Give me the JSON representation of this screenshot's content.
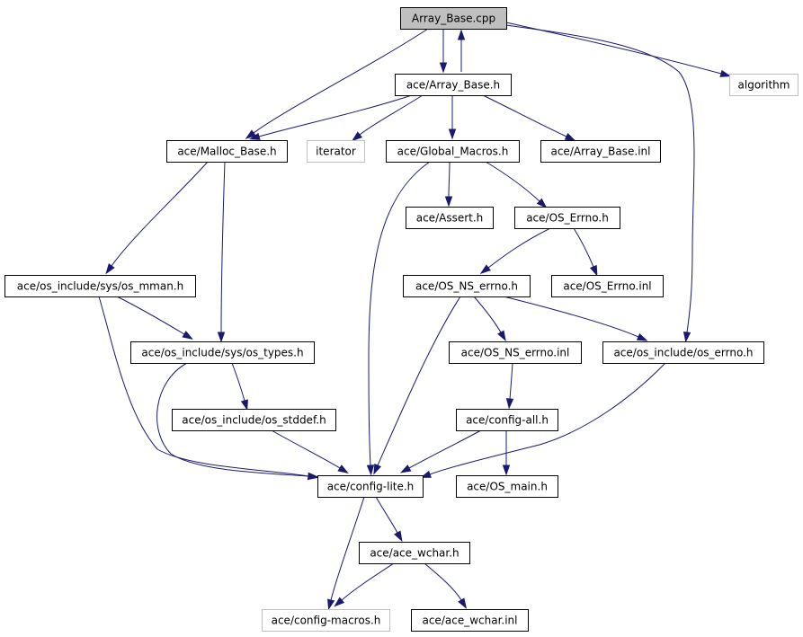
{
  "colors": {
    "edge": "#191970",
    "node_border": "#000000",
    "node_fill": "#ffffff",
    "root_fill": "#bfbfbf",
    "external_border": "#bfbfbf"
  },
  "nodes": [
    {
      "id": "array_base_cpp",
      "label": "Array_Base.cpp",
      "kind": "root"
    },
    {
      "id": "algorithm",
      "label": "algorithm",
      "kind": "external"
    },
    {
      "id": "ace_array_base_h",
      "label": "ace/Array_Base.h",
      "kind": "normal"
    },
    {
      "id": "ace_malloc_base_h",
      "label": "ace/Malloc_Base.h",
      "kind": "normal"
    },
    {
      "id": "iterator",
      "label": "iterator",
      "kind": "external"
    },
    {
      "id": "ace_global_macros_h",
      "label": "ace/Global_Macros.h",
      "kind": "normal"
    },
    {
      "id": "ace_array_base_inl",
      "label": "ace/Array_Base.inl",
      "kind": "normal"
    },
    {
      "id": "ace_assert_h",
      "label": "ace/Assert.h",
      "kind": "normal"
    },
    {
      "id": "ace_os_errno_h",
      "label": "ace/OS_Errno.h",
      "kind": "normal"
    },
    {
      "id": "ace_os_include_sys_os_mman_h",
      "label": "ace/os_include/sys/os_mman.h",
      "kind": "normal"
    },
    {
      "id": "ace_os_ns_errno_h",
      "label": "ace/OS_NS_errno.h",
      "kind": "normal"
    },
    {
      "id": "ace_os_errno_inl",
      "label": "ace/OS_Errno.inl",
      "kind": "normal"
    },
    {
      "id": "ace_os_include_sys_os_types_h",
      "label": "ace/os_include/sys/os_types.h",
      "kind": "normal"
    },
    {
      "id": "ace_os_ns_errno_inl",
      "label": "ace/OS_NS_errno.inl",
      "kind": "normal"
    },
    {
      "id": "ace_os_include_os_errno_h",
      "label": "ace/os_include/os_errno.h",
      "kind": "normal"
    },
    {
      "id": "ace_os_include_os_stddef_h",
      "label": "ace/os_include/os_stddef.h",
      "kind": "normal"
    },
    {
      "id": "ace_config_all_h",
      "label": "ace/config-all.h",
      "kind": "normal"
    },
    {
      "id": "ace_config_lite_h",
      "label": "ace/config-lite.h",
      "kind": "normal"
    },
    {
      "id": "ace_os_main_h",
      "label": "ace/OS_main.h",
      "kind": "normal"
    },
    {
      "id": "ace_ace_wchar_h",
      "label": "ace/ace_wchar.h",
      "kind": "normal"
    },
    {
      "id": "ace_config_macros_h",
      "label": "ace/config-macros.h",
      "kind": "external"
    },
    {
      "id": "ace_ace_wchar_inl",
      "label": "ace/ace_wchar.inl",
      "kind": "normal"
    }
  ],
  "edges": [
    {
      "from": "array_base_cpp",
      "to": "ace_array_base_h"
    },
    {
      "from": "array_base_cpp",
      "to": "algorithm"
    },
    {
      "from": "array_base_cpp",
      "to": "ace_malloc_base_h"
    },
    {
      "from": "array_base_cpp",
      "to": "ace_os_include_os_errno_h"
    },
    {
      "from": "ace_array_base_h",
      "to": "array_base_cpp"
    },
    {
      "from": "ace_array_base_h",
      "to": "ace_malloc_base_h"
    },
    {
      "from": "ace_array_base_h",
      "to": "iterator"
    },
    {
      "from": "ace_array_base_h",
      "to": "ace_global_macros_h"
    },
    {
      "from": "ace_array_base_h",
      "to": "ace_array_base_inl"
    },
    {
      "from": "ace_malloc_base_h",
      "to": "ace_os_include_sys_os_mman_h"
    },
    {
      "from": "ace_malloc_base_h",
      "to": "ace_os_include_sys_os_types_h"
    },
    {
      "from": "ace_global_macros_h",
      "to": "ace_assert_h"
    },
    {
      "from": "ace_global_macros_h",
      "to": "ace_os_errno_h"
    },
    {
      "from": "ace_global_macros_h",
      "to": "ace_config_lite_h"
    },
    {
      "from": "ace_os_errno_h",
      "to": "ace_os_ns_errno_h"
    },
    {
      "from": "ace_os_errno_h",
      "to": "ace_os_errno_inl"
    },
    {
      "from": "ace_os_include_sys_os_mman_h",
      "to": "ace_os_include_sys_os_types_h"
    },
    {
      "from": "ace_os_include_sys_os_mman_h",
      "to": "ace_config_lite_h"
    },
    {
      "from": "ace_os_ns_errno_h",
      "to": "ace_os_ns_errno_inl"
    },
    {
      "from": "ace_os_ns_errno_h",
      "to": "ace_os_include_os_errno_h"
    },
    {
      "from": "ace_os_ns_errno_h",
      "to": "ace_config_lite_h"
    },
    {
      "from": "ace_os_include_sys_os_types_h",
      "to": "ace_os_include_os_stddef_h"
    },
    {
      "from": "ace_os_include_sys_os_types_h",
      "to": "ace_config_lite_h"
    },
    {
      "from": "ace_os_ns_errno_inl",
      "to": "ace_config_all_h"
    },
    {
      "from": "ace_os_include_os_errno_h",
      "to": "ace_config_lite_h"
    },
    {
      "from": "ace_os_include_os_stddef_h",
      "to": "ace_config_lite_h"
    },
    {
      "from": "ace_config_all_h",
      "to": "ace_config_lite_h"
    },
    {
      "from": "ace_config_all_h",
      "to": "ace_os_main_h"
    },
    {
      "from": "ace_config_lite_h",
      "to": "ace_ace_wchar_h"
    },
    {
      "from": "ace_config_lite_h",
      "to": "ace_config_macros_h"
    },
    {
      "from": "ace_ace_wchar_h",
      "to": "ace_config_macros_h"
    },
    {
      "from": "ace_ace_wchar_h",
      "to": "ace_ace_wchar_inl"
    }
  ]
}
